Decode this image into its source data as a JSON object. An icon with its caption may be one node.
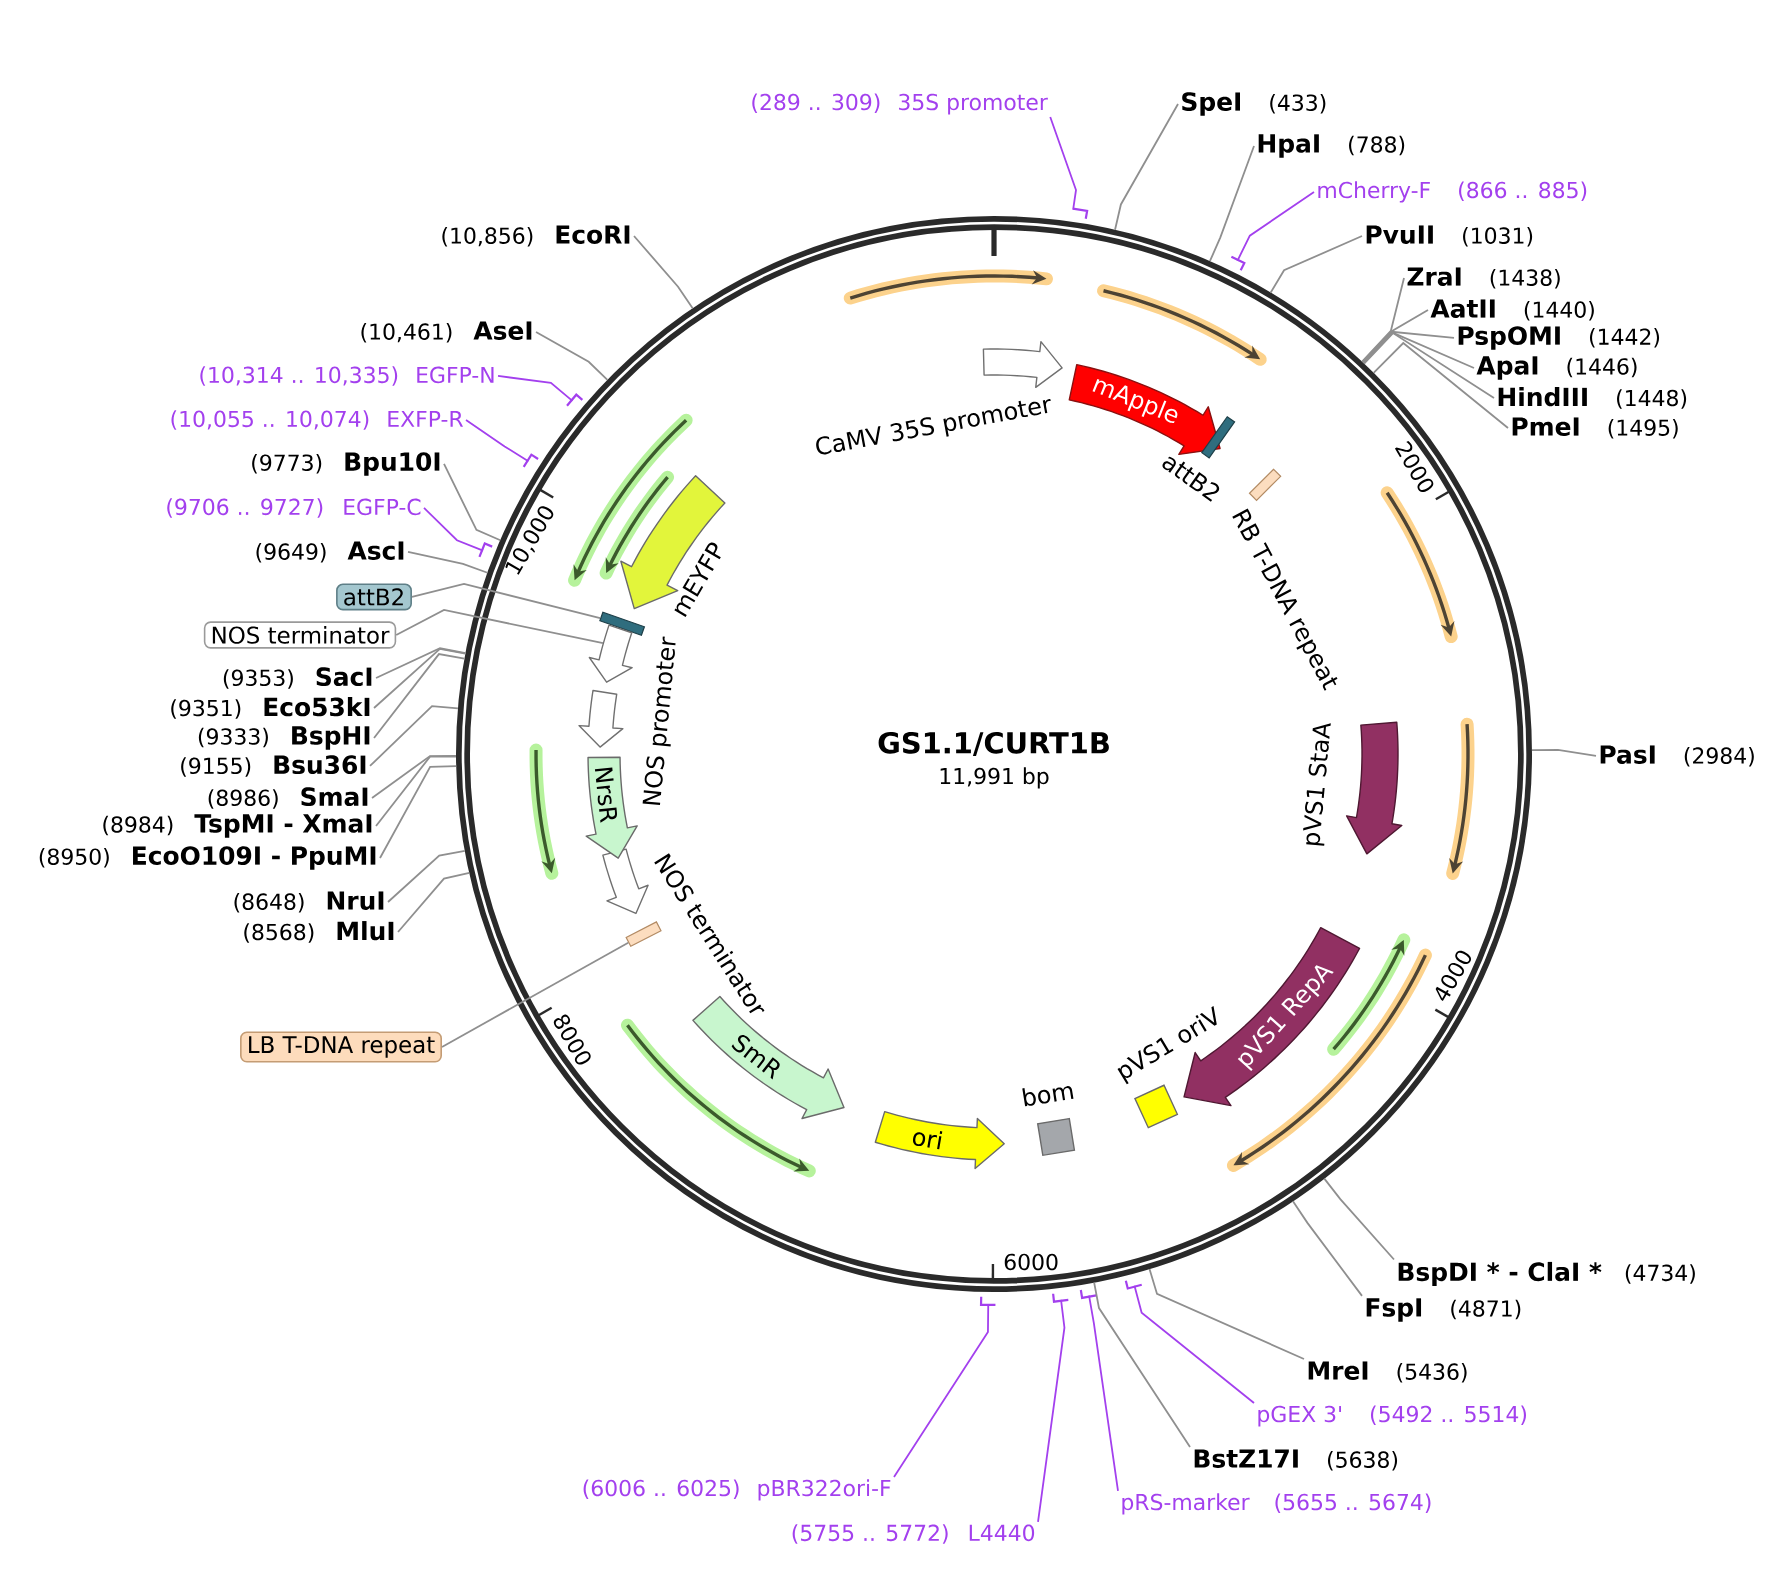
{
  "diagram": {
    "title": "GS1.1/CURT1B",
    "nodes": [
      {
        "text": [
          "(289 .. 309)",
          "35S promoter"
        ]
      },
      {
        "text": [
          "SpeI",
          "(433)"
        ]
      },
      {
        "text": [
          "HpaI",
          "(788)"
        ]
      },
      {
        "text": [
          "mCherry-F",
          "(866 .. 885)"
        ]
      },
      {
        "text": [
          "PvuII",
          "(1031)"
        ]
      },
      {
        "text": [
          "ZraI",
          "(1438)"
        ]
      },
      {
        "text": [
          "AatII",
          "(1440)"
        ]
      },
      {
        "text": [
          "PspOMI",
          "(1442)"
        ]
      },
      {
        "text": [
          "ApaI",
          "(1446)"
        ]
      },
      {
        "text": [
          "HindIII",
          "(1448)"
        ]
      },
      {
        "text": [
          "PmeI",
          "(1495)"
        ]
      },
      {
        "text": [
          "PasI",
          "(2984)"
        ]
      },
      {
        "text": [
          "BspDI * - ClaI *",
          "(4734)"
        ]
      },
      {
        "text": [
          "FspI",
          "(4871)"
        ]
      },
      {
        "text": [
          "MreI",
          "(5436)"
        ]
      },
      {
        "text": [
          "pGEX 3'",
          "(5492 .. 5514)"
        ]
      },
      {
        "text": [
          "BstZ17I",
          "(5638)"
        ]
      },
      {
        "text": [
          "pRS-marker",
          "(5655 .. 5674)"
        ]
      },
      {
        "text": [
          "(5755 .. 5772)",
          "L4440"
        ]
      },
      {
        "text": [
          "(6006 .. 6025)",
          "pBR322ori-F"
        ]
      },
      {
        "text": [
          "(8568)",
          "MluI"
        ]
      },
      {
        "text": [
          "(8648)",
          "NruI"
        ]
      },
      {
        "text": [
          "(8950)",
          "EcoO109I - PpuMI"
        ]
      },
      {
        "text": [
          "(8984)",
          "TspMI - XmaI"
        ]
      },
      {
        "text": [
          "(8986)",
          "SmaI"
        ]
      },
      {
        "text": [
          "(9155)",
          "Bsu36I"
        ]
      },
      {
        "text": [
          "(9333)",
          "BspHI"
        ]
      },
      {
        "text": [
          "(9351)",
          "Eco53kI"
        ]
      },
      {
        "text": [
          "(9353)",
          "SacI"
        ]
      },
      {
        "text": [
          "(9649)",
          "AscI"
        ]
      },
      {
        "text": [
          "(9706 .. 9727)",
          "EGFP-C"
        ]
      },
      {
        "text": [
          "(9773)",
          "Bpu10I"
        ]
      },
      {
        "text": [
          "(10,055 .. 10,074)",
          "EXFP-R"
        ]
      },
      {
        "text": [
          "(10,314 .. 10,335)",
          "EGFP-N"
        ]
      },
      {
        "text": [
          "(10,461)",
          "AseI"
        ]
      },
      {
        "text": [
          "(10,856)",
          "EcoRI"
        ]
      },
      {
        "text": [
          "attB2"
        ]
      },
      {
        "text": [
          "NOS terminator"
        ]
      },
      {
        "text": [
          "LB T-DNA repeat"
        ]
      },
      {
        "text": [],
        "shape": "circle"
      },
      {
        "text": [],
        "shape": "arrow",
        "beside": [
          "CaMV 35S promoter"
        ],
        "in": 39
      },
      {
        "text": [
          "mApple"
        ],
        "in": 39
      },
      {
        "text": [],
        "shape": "bar",
        "beside": [
          "attB2"
        ],
        "in": 39
      },
      {
        "text": [],
        "shape": "bar",
        "beside": [
          "RB T-DNA repeat"
        ],
        "in": 39
      },
      {
        "text": [],
        "shape": "arrow",
        "beside": [
          "pVS1 StaA"
        ],
        "in": 39
      },
      {
        "text": [
          "pVS1 RepA"
        ],
        "in": 39
      },
      {
        "text": [],
        "shape": "box",
        "beside": [
          "pVS1 oriV"
        ],
        "in": 39
      },
      {
        "text": [],
        "shape": "box",
        "beside": [
          "bom"
        ],
        "in": 39
      },
      {
        "text": [
          "ori"
        ],
        "in": 39
      },
      {
        "text": [
          "SmR"
        ],
        "in": 39
      },
      {
        "text": [],
        "shape": "bar",
        "in": 39
      },
      {
        "text": [],
        "shape": "arrow",
        "beside": [
          "NOS terminator"
        ],
        "in": 39
      },
      {
        "text": [
          "NrsR"
        ],
        "in": 39
      },
      {
        "text": [],
        "shape": "arrow",
        "in": 39
      },
      {
        "text": [],
        "shape": "arrow",
        "in": 39
      },
      {
        "text": [],
        "shape": "bar",
        "in": 39
      },
      {
        "text": [],
        "shape": "arrow",
        "beside": [
          "mEYFP"
        ],
        "in": 39
      }
    ],
    "edges": [
      {
        "from": 0,
        "to": 39,
        "arrow": "none",
        "color": "#a340ee"
      },
      {
        "from": 1,
        "to": 39,
        "arrow": "none"
      },
      {
        "from": 2,
        "to": 39,
        "arrow": "none"
      },
      {
        "from": 3,
        "to": 39,
        "arrow": "none",
        "color": "#a340ee"
      },
      {
        "from": 4,
        "to": 39,
        "arrow": "none"
      },
      {
        "from": 5,
        "to": 39,
        "arrow": "none"
      },
      {
        "from": 6,
        "to": 39,
        "arrow": "none"
      },
      {
        "from": 7,
        "to": 39,
        "arrow": "none"
      },
      {
        "from": 8,
        "to": 39,
        "arrow": "none"
      },
      {
        "from": 9,
        "to": 39,
        "arrow": "none"
      },
      {
        "from": 10,
        "to": 39,
        "arrow": "none"
      },
      {
        "from": 11,
        "to": 39,
        "arrow": "none"
      },
      {
        "from": 12,
        "to": 39,
        "arrow": "none"
      },
      {
        "from": 13,
        "to": 39,
        "arrow": "none"
      },
      {
        "from": 14,
        "to": 39,
        "arrow": "none"
      },
      {
        "from": 15,
        "to": 39,
        "arrow": "none",
        "color": "#a340ee"
      },
      {
        "from": 16,
        "to": 39,
        "arrow": "none"
      },
      {
        "from": 17,
        "to": 39,
        "arrow": "none",
        "color": "#a340ee"
      },
      {
        "from": 18,
        "to": 39,
        "arrow": "none",
        "color": "#a340ee"
      },
      {
        "from": 19,
        "to": 39,
        "arrow": "none",
        "color": "#a340ee"
      },
      {
        "from": 20,
        "to": 39,
        "arrow": "none"
      },
      {
        "from": 21,
        "to": 39,
        "arrow": "none"
      },
      {
        "from": 22,
        "to": 39,
        "arrow": "none"
      },
      {
        "from": 23,
        "to": 39,
        "arrow": "none"
      },
      {
        "from": 24,
        "to": 39,
        "arrow": "none"
      },
      {
        "from": 25,
        "to": 39,
        "arrow": "none"
      },
      {
        "from": 26,
        "to": 39,
        "arrow": "none"
      },
      {
        "from": 27,
        "to": 39,
        "arrow": "none"
      },
      {
        "from": 28,
        "to": 39,
        "arrow": "none"
      },
      {
        "from": 29,
        "to": 39,
        "arrow": "none"
      },
      {
        "from": 30,
        "to": 39,
        "arrow": "none",
        "color": "#a340ee"
      },
      {
        "from": 31,
        "to": 39,
        "arrow": "none"
      },
      {
        "from": 32,
        "to": 39,
        "arrow": "none",
        "color": "#a340ee"
      },
      {
        "from": 33,
        "to": 39,
        "arrow": "none",
        "color": "#a340ee"
      },
      {
        "from": 34,
        "to": 39,
        "arrow": "none"
      },
      {
        "from": 35,
        "to": 39,
        "arrow": "none"
      },
      {
        "from": 36,
        "to": 50,
        "arrow": "none"
      },
      {
        "from": 37,
        "to": 53,
        "arrow": "none"
      },
      {
        "from": 38,
        "to": 55,
        "arrow": "none"
      }
    ],
    "labels": [
      "11,991 bp",
      "2000",
      "4000",
      "6000",
      "8000",
      "10,000",
      "NOS promoter"
    ]
  }
}
